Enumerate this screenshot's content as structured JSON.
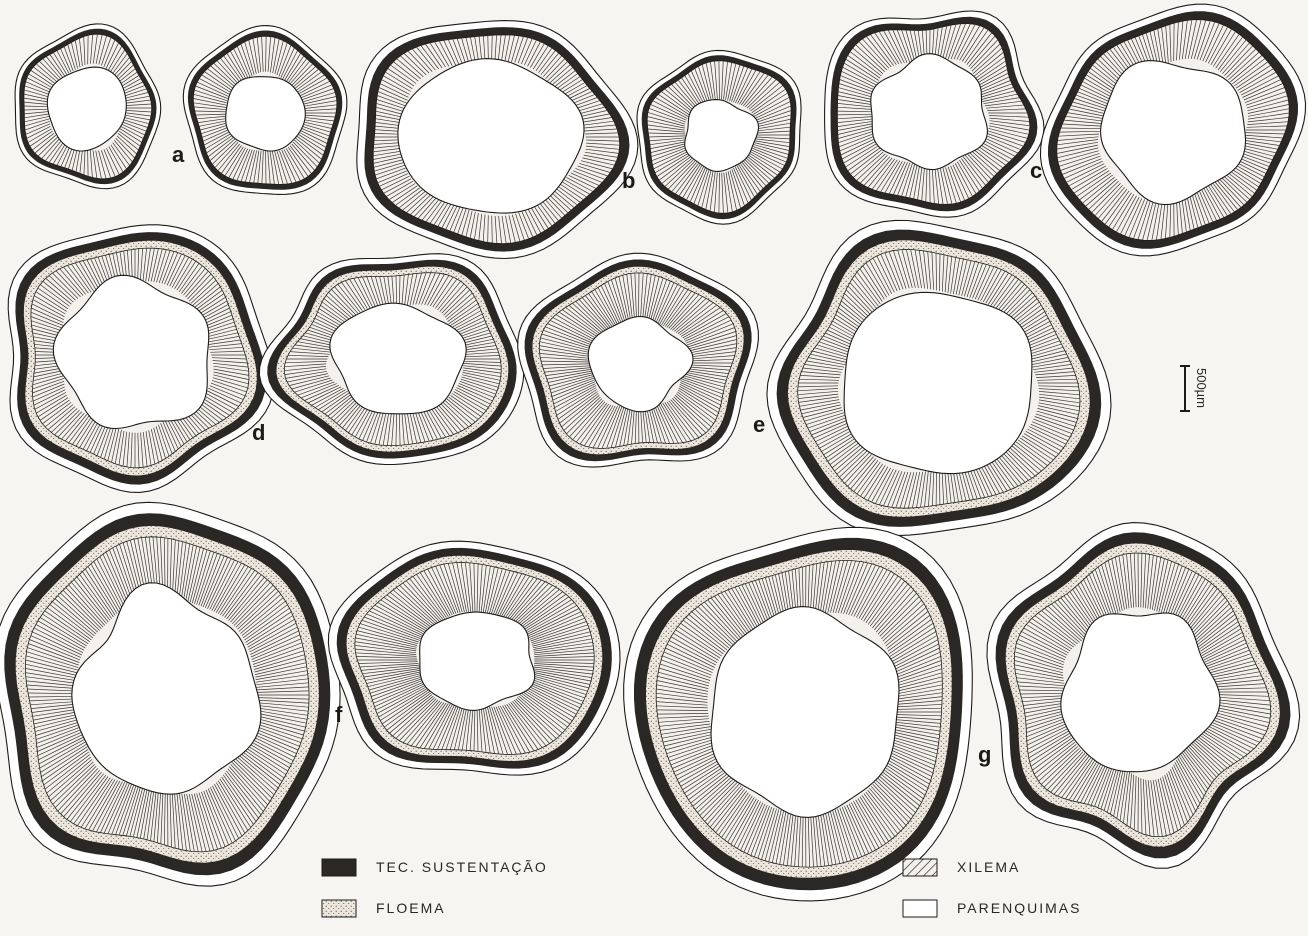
{
  "colors": {
    "background": "#f7f5f1",
    "ink": "#1d1b19",
    "sustentacao": "#2b2725",
    "floema": "#ece6dc",
    "xilema": "#f4f1ec",
    "parenquima": "#ffffff"
  },
  "sections": [
    {
      "id": "a1",
      "tissues": [
        "sustentacao",
        "xilema",
        "parenquima"
      ],
      "label": ""
    },
    {
      "id": "a2",
      "tissues": [
        "sustentacao",
        "xilema",
        "parenquima"
      ],
      "label": "a"
    },
    {
      "id": "b1",
      "tissues": [
        "sustentacao",
        "xilema",
        "parenquima"
      ],
      "label": ""
    },
    {
      "id": "b2",
      "tissues": [
        "sustentacao",
        "xilema",
        "parenquima"
      ],
      "label": "b"
    },
    {
      "id": "c1",
      "tissues": [
        "sustentacao",
        "xilema",
        "parenquima"
      ],
      "label": ""
    },
    {
      "id": "c2",
      "tissues": [
        "sustentacao",
        "xilema",
        "parenquima"
      ],
      "label": "c"
    },
    {
      "id": "d1",
      "tissues": [
        "sustentacao",
        "floema",
        "xilema",
        "parenquima"
      ],
      "label": "d"
    },
    {
      "id": "d2",
      "tissues": [
        "sustentacao",
        "floema",
        "xilema",
        "parenquima"
      ],
      "label": ""
    },
    {
      "id": "e1",
      "tissues": [
        "sustentacao",
        "floema",
        "xilema",
        "parenquima"
      ],
      "label": "e"
    },
    {
      "id": "e2",
      "tissues": [
        "sustentacao",
        "floema",
        "xilema",
        "parenquima"
      ],
      "label": ""
    },
    {
      "id": "f1",
      "tissues": [
        "sustentacao",
        "floema",
        "xilema",
        "parenquima"
      ],
      "label": "f"
    },
    {
      "id": "f2",
      "tissues": [
        "sustentacao",
        "floema",
        "xilema",
        "parenquima"
      ],
      "label": ""
    },
    {
      "id": "g1",
      "tissues": [
        "sustentacao",
        "floema",
        "xilema",
        "parenquima"
      ],
      "label": "g"
    },
    {
      "id": "g2",
      "tissues": [
        "sustentacao",
        "floema",
        "xilema",
        "parenquima"
      ],
      "label": ""
    }
  ],
  "scale_bar": {
    "label": "500µm"
  },
  "legend": [
    {
      "key": "sustentacao",
      "label": "TEC. SUSTENTAÇÃO"
    },
    {
      "key": "floema",
      "label": "FLOEMA"
    },
    {
      "key": "xilema",
      "label": "XILEMA"
    },
    {
      "key": "parenquima",
      "label": "PARENQUIMAS"
    }
  ]
}
